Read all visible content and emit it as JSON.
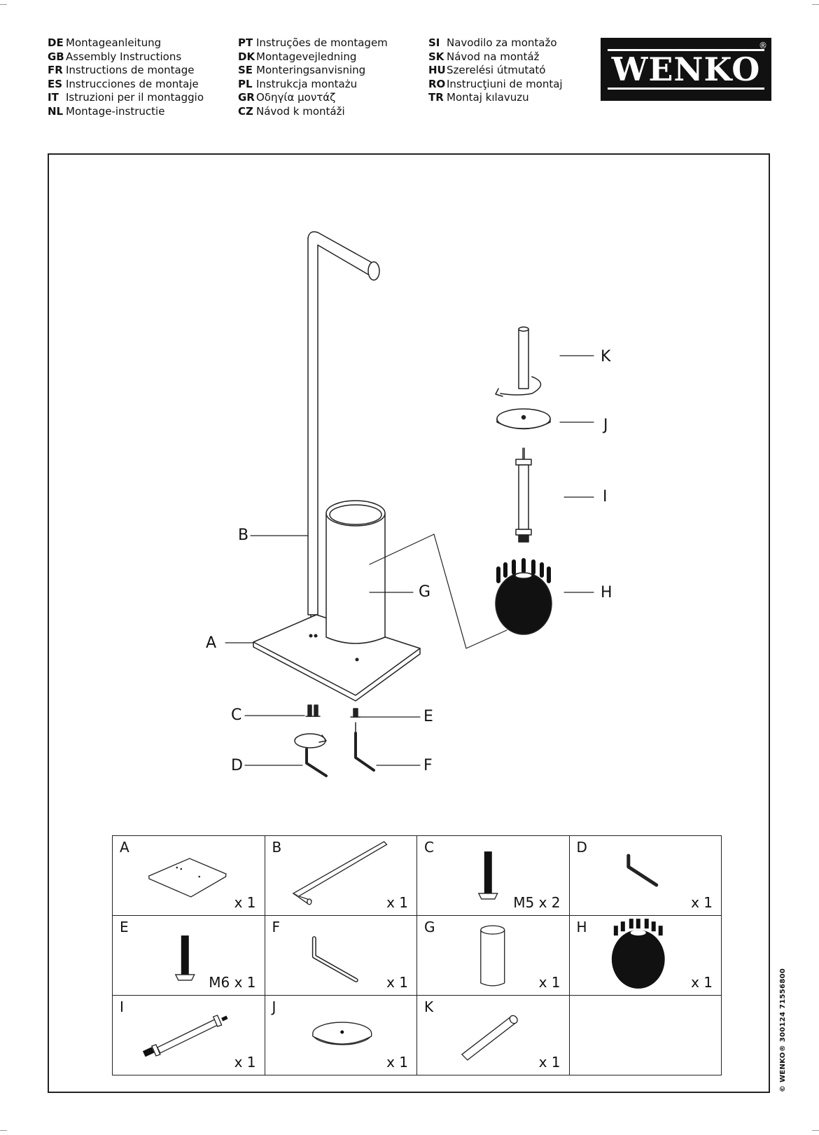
{
  "languages": [
    [
      {
        "code": "DE",
        "label": "Montageanleitung"
      },
      {
        "code": "GB",
        "label": "Assembly Instructions"
      },
      {
        "code": "FR",
        "label": "Instructions de montage"
      },
      {
        "code": "ES",
        "label": "Instrucciones de montaje"
      },
      {
        "code": "IT",
        "label": "Istruzioni per il montaggio"
      },
      {
        "code": "NL",
        "label": "Montage-instructie"
      }
    ],
    [
      {
        "code": "PT",
        "label": "Instruções de montagem"
      },
      {
        "code": "DK",
        "label": "Montagevejledning"
      },
      {
        "code": "SE",
        "label": "Monteringsanvisning"
      },
      {
        "code": "PL",
        "label": "Instrukcja montażu"
      },
      {
        "code": "GR",
        "label": "Οδηγία μοντάζ"
      },
      {
        "code": "CZ",
        "label": "Návod k montáži"
      }
    ],
    [
      {
        "code": "SI",
        "label": "Navodilo za montažo"
      },
      {
        "code": "SK",
        "label": "Návod na montáž"
      },
      {
        "code": "HU",
        "label": "Szerelési útmutató"
      },
      {
        "code": "RO",
        "label": "Instrucţiuni de montaj"
      },
      {
        "code": "TR",
        "label": "Montaj kılavuzu"
      }
    ]
  ],
  "logo": {
    "text": "WENKO",
    "registered": "®"
  },
  "callouts": {
    "A": "A",
    "B": "B",
    "C": "C",
    "D": "D",
    "E": "E",
    "F": "F",
    "G": "G",
    "H": "H",
    "I": "I",
    "J": "J",
    "K": "K"
  },
  "parts": [
    {
      "letter": "A",
      "qty": "x 1",
      "icon": "base-plate-icon"
    },
    {
      "letter": "B",
      "qty": "x 1",
      "icon": "stand-pole-icon"
    },
    {
      "letter": "C",
      "qty": "M5 x 2",
      "icon": "screw-icon"
    },
    {
      "letter": "D",
      "qty": "x 1",
      "icon": "allen-key-small-icon"
    },
    {
      "letter": "E",
      "qty": "M6 x 1",
      "icon": "screw-icon"
    },
    {
      "letter": "F",
      "qty": "x 1",
      "icon": "allen-key-icon"
    },
    {
      "letter": "G",
      "qty": "x 1",
      "icon": "cylinder-container-icon"
    },
    {
      "letter": "H",
      "qty": "x 1",
      "icon": "brush-head-icon"
    },
    {
      "letter": "I",
      "qty": "x 1",
      "icon": "brush-shaft-icon"
    },
    {
      "letter": "J",
      "qty": "x 1",
      "icon": "disc-lid-icon"
    },
    {
      "letter": "K",
      "qty": "x 1",
      "icon": "handle-rod-icon"
    },
    {
      "letter": "",
      "qty": "",
      "icon": ""
    }
  ],
  "side_code": "© WENKO® 300124 71556800"
}
